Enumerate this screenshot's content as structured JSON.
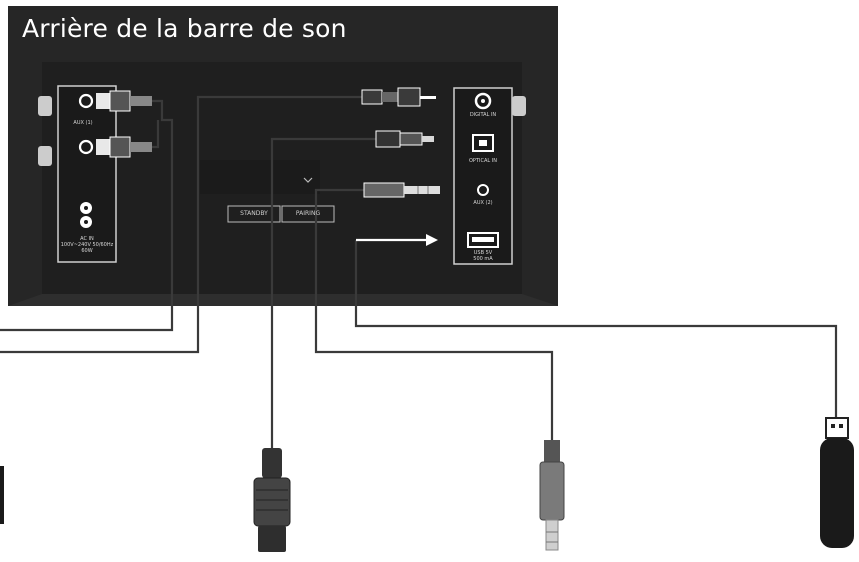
{
  "title": "Arrière de la barre de son",
  "panel_labels": {
    "aux_in_1": "AUX (1)",
    "ac_in": "AC IN\n100V~240V 50/60Hz\n60W",
    "digital_in": "DIGITAL IN",
    "optical_in": "OPTICAL IN",
    "aux_in_2": "AUX (2)",
    "usb": "USB 5V\n500 mA"
  },
  "buttons": {
    "standby": "STANDBY",
    "pairing": "PAIRING"
  },
  "colors": {
    "soundbar_body": "#262626",
    "panel_fill": "#1a1a1a",
    "panel_border": "#cfcfcf",
    "cable": "#3a3a3a",
    "background": "#ffffff"
  },
  "icons": {
    "rca_plug": "rca-plug-icon",
    "coax_plug": "coaxial-plug-icon",
    "optical_plug": "optical-plug-icon",
    "jack_35": "jack-3-5mm-icon",
    "usb_stick": "usb-stick-icon"
  }
}
